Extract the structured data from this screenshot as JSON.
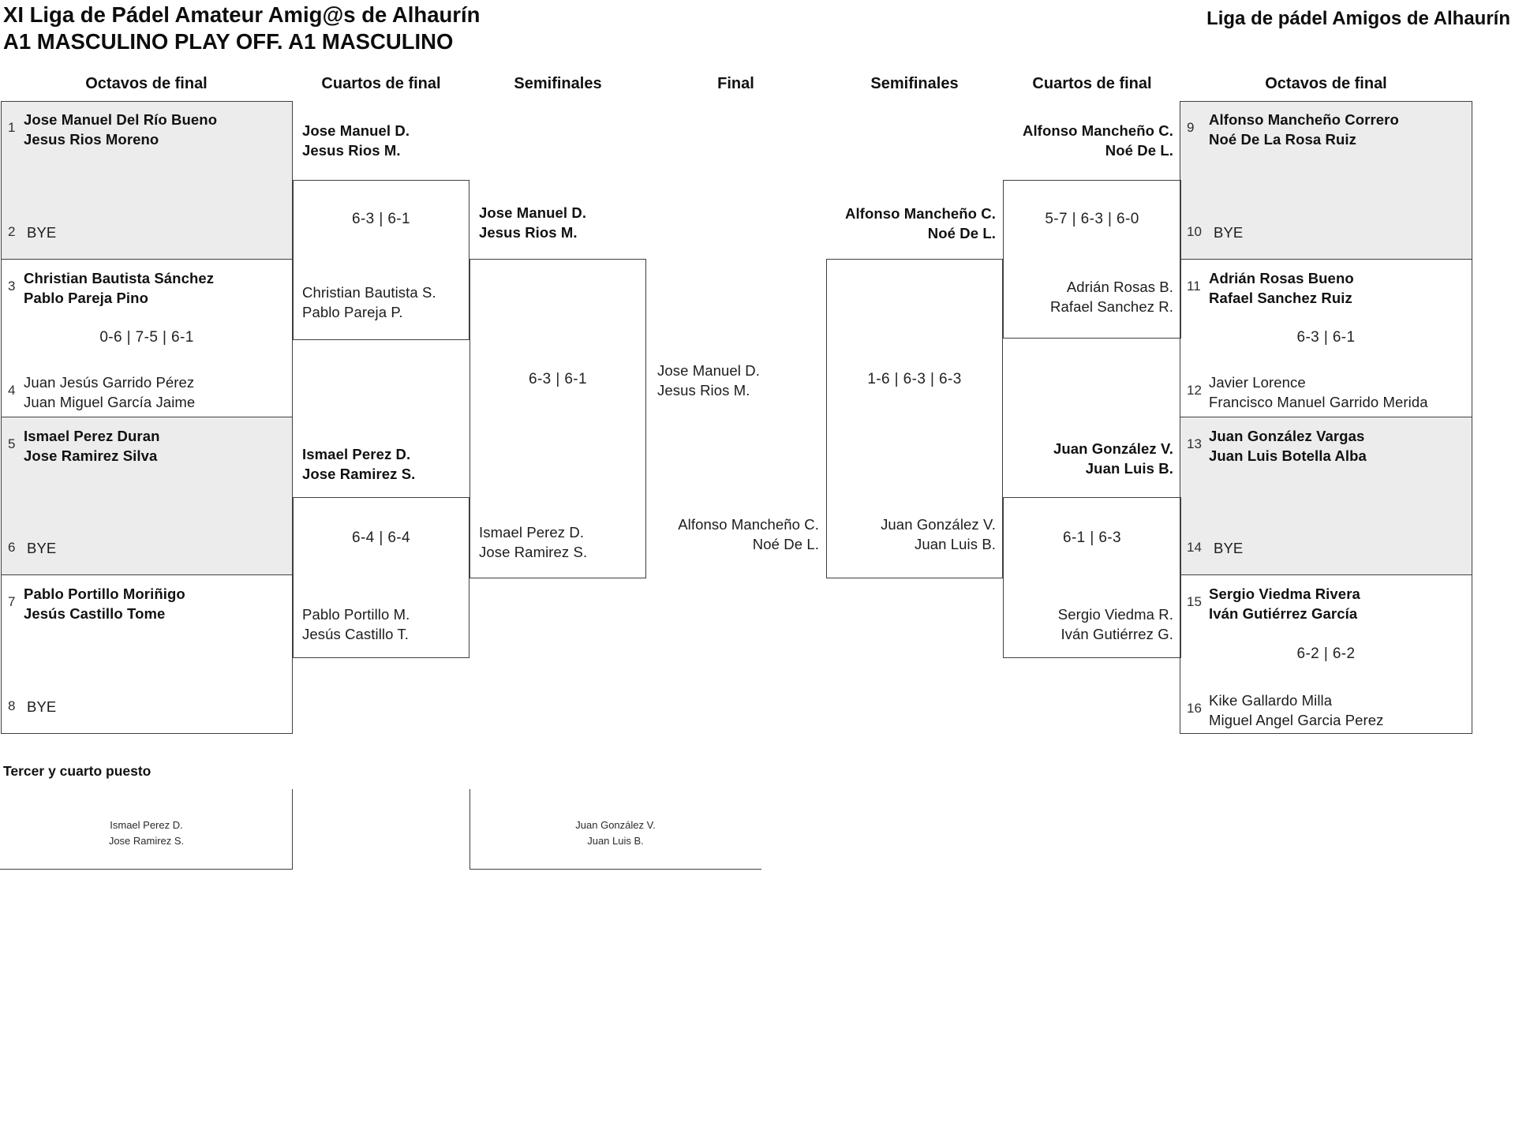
{
  "page": {
    "title_line1": "XI Liga de Pádel Amateur Amig@s de Alhaurín",
    "title_line2": "A1 MASCULINO PLAY OFF. A1 MASCULINO",
    "league_name": "Liga de pádel Amigos de Alhaurín"
  },
  "round_headers": {
    "left_octavos": "Octavos de final",
    "left_cuartos": "Cuartos de final",
    "left_semis": "Semifinales",
    "final": "Final",
    "right_semis": "Semifinales",
    "right_cuartos": "Cuartos de final",
    "right_octavos": "Octavos de final"
  },
  "octavos_left": [
    {
      "seed_top": "1",
      "top1": "Jose Manuel Del Río Bueno",
      "top2": "Jesus Rios Moreno",
      "seed_bottom": "2",
      "bye": "BYE"
    },
    {
      "seed_top": "3",
      "top1": "Christian Bautista Sánchez",
      "top2": "Pablo Pareja Pino",
      "score": "0-6 | 7-5 | 6-1",
      "seed_bottom": "4",
      "bottom1": "Juan Jesús Garrido Pérez",
      "bottom2": "Juan Miguel García Jaime"
    },
    {
      "seed_top": "5",
      "top1": "Ismael Perez Duran",
      "top2": "Jose Ramirez Silva",
      "seed_bottom": "6",
      "bye": "BYE"
    },
    {
      "seed_top": "7",
      "top1": "Pablo Portillo Moriñigo",
      "top2": "Jesús Castillo Tome",
      "seed_bottom": "8",
      "bye": "BYE"
    }
  ],
  "octavos_right": [
    {
      "seed_top": "9",
      "top1": "Alfonso Mancheño Correro",
      "top2": "Noé De La Rosa Ruiz",
      "seed_bottom": "10",
      "bye": "BYE"
    },
    {
      "seed_top": "11",
      "top1": "Adrián Rosas Bueno",
      "top2": "Rafael Sanchez Ruiz",
      "score": "6-3 | 6-1",
      "seed_bottom": "12",
      "bottom1": "Javier Lorence",
      "bottom2": "Francisco Manuel Garrido Merida"
    },
    {
      "seed_top": "13",
      "top1": "Juan González Vargas",
      "top2": "Juan Luis Botella Alba",
      "seed_bottom": "14",
      "bye": "BYE"
    },
    {
      "seed_top": "15",
      "top1": "Sergio Viedma Rivera",
      "top2": "Iván Gutiérrez García",
      "score": "6-2 | 6-2",
      "seed_bottom": "16",
      "bottom1": "Kike Gallardo Milla",
      "bottom2": "Miguel Angel Garcia Perez"
    }
  ],
  "cuartos_left": [
    {
      "winner1": "Jose Manuel D.",
      "winner2": "Jesus Rios M.",
      "score": "6-3 | 6-1",
      "loser1": "Christian Bautista S.",
      "loser2": "Pablo Pareja P."
    },
    {
      "winner1": "Ismael Perez D.",
      "winner2": "Jose Ramirez S.",
      "score": "6-4 | 6-4",
      "loser1": "Pablo Portillo M.",
      "loser2": "Jesús Castillo T."
    }
  ],
  "cuartos_right": [
    {
      "winner1": "Alfonso Mancheño C.",
      "winner2": "Noé De L.",
      "score": "5-7 | 6-3 | 6-0",
      "loser1": "Adrián Rosas B.",
      "loser2": "Rafael Sanchez R."
    },
    {
      "winner1": "Juan González V.",
      "winner2": "Juan Luis B.",
      "score": "6-1 | 6-3",
      "loser1": "Sergio Viedma R.",
      "loser2": "Iván Gutiérrez G."
    }
  ],
  "semis_left": {
    "winner1": "Jose Manuel D.",
    "winner2": "Jesus Rios M.",
    "score": "6-3 | 6-1",
    "loser1": "Ismael Perez D.",
    "loser2": "Jose Ramirez S."
  },
  "semis_right": {
    "winner1": "Alfonso Mancheño C.",
    "winner2": "Noé De L.",
    "score": "1-6 | 6-3 | 6-3",
    "loser1": "Juan González V.",
    "loser2": "Juan Luis B."
  },
  "final": {
    "left1": "Jose Manuel D.",
    "left2": "Jesus Rios M.",
    "right1": "Alfonso Mancheño C.",
    "right2": "Noé De L."
  },
  "third_place": {
    "heading": "Tercer y cuarto puesto",
    "left1": "Ismael Perez D.",
    "left2": "Jose Ramirez S.",
    "right1": "Juan González V.",
    "right2": "Juan Luis B."
  }
}
